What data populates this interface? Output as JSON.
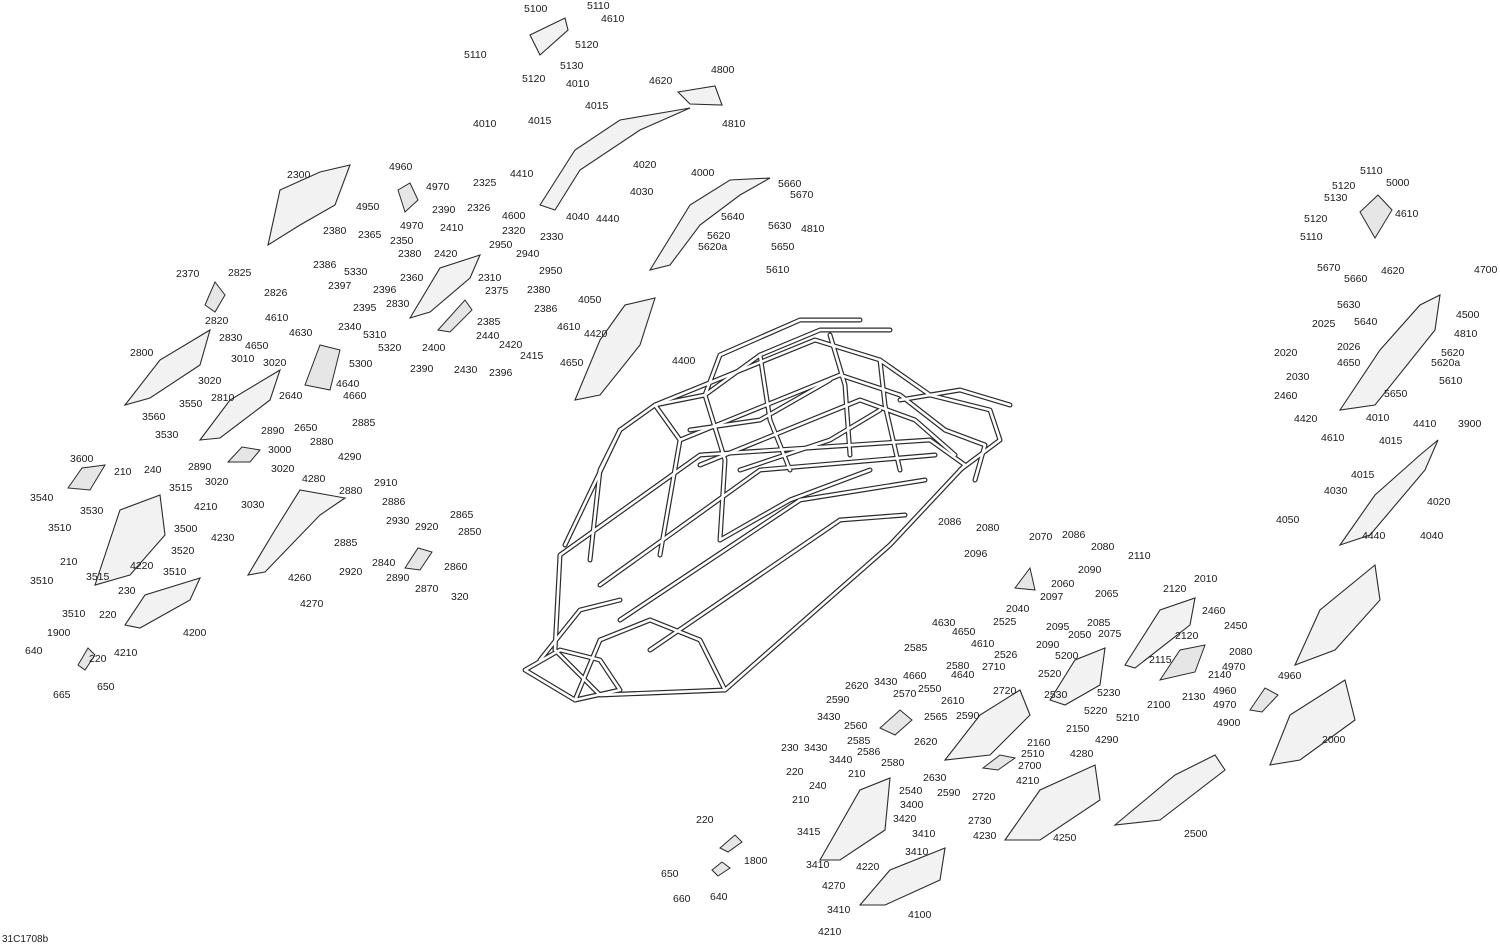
{
  "diagram": {
    "reference_code": "31C1708b",
    "callouts": [
      "5100",
      "5110",
      "4610",
      "5120",
      "5110",
      "5120",
      "5130",
      "4620",
      "4010",
      "4015",
      "4800",
      "4810",
      "4010",
      "4015",
      "4020",
      "4030",
      "4440",
      "4040",
      "4410",
      "2330",
      "4600",
      "2320",
      "2325",
      "2326",
      "4960",
      "4970",
      "4950",
      "4970",
      "2390",
      "2410",
      "2300",
      "2380",
      "2365",
      "2350",
      "2386",
      "5330",
      "2380",
      "2360",
      "2420",
      "2950",
      "2940",
      "2310",
      "2950",
      "2397",
      "2396",
      "2395",
      "2830",
      "2375",
      "2380",
      "2385",
      "2386",
      "2340",
      "5310",
      "5320",
      "2400",
      "2440",
      "2420",
      "2415",
      "2390",
      "2430",
      "4050",
      "4610",
      "4420",
      "4650",
      "2396",
      "4400",
      "4000",
      "5660",
      "5670",
      "5640",
      "5630",
      "4810",
      "5620",
      "5620a",
      "5650",
      "5610",
      "2370",
      "2825",
      "2826",
      "2820",
      "4610",
      "2830",
      "4650",
      "4630",
      "2800",
      "3010",
      "3020",
      "5300",
      "3020",
      "2810",
      "4640",
      "2640",
      "4660",
      "3560",
      "3550",
      "2650",
      "2890",
      "2885",
      "2880",
      "3530",
      "3000",
      "2890",
      "3020",
      "3600",
      "210",
      "240",
      "3020",
      "3540",
      "3515",
      "3530",
      "4210",
      "3030",
      "3510",
      "3500",
      "4230",
      "3520",
      "210",
      "4220",
      "3510",
      "3510",
      "3515",
      "230",
      "220",
      "3510",
      "4200",
      "1900",
      "4210",
      "640",
      "220",
      "650",
      "665",
      "4290",
      "4280",
      "2880",
      "2910",
      "2886",
      "2930",
      "2920",
      "2865",
      "2850",
      "2885",
      "2840",
      "2920",
      "2860",
      "2890",
      "2870",
      "4260",
      "4270",
      "320",
      "5110",
      "5120",
      "5000",
      "5130",
      "5120",
      "4610",
      "5110",
      "5670",
      "5660",
      "4620",
      "4700",
      "5630",
      "5640",
      "4500",
      "2025",
      "2026",
      "4810",
      "2020",
      "4650",
      "5620",
      "5620a",
      "2030",
      "5610",
      "2460",
      "5650",
      "4420",
      "4010",
      "4410",
      "4610",
      "4015",
      "3900",
      "4015",
      "4030",
      "4020",
      "4050",
      "4440",
      "4040",
      "2086",
      "2080",
      "2070",
      "2086",
      "2080",
      "2096",
      "2090",
      "2110",
      "2120",
      "2010",
      "2060",
      "2097",
      "2065",
      "2040",
      "2095",
      "2085",
      "2525",
      "2090",
      "2050",
      "2075",
      "2460",
      "2450",
      "4630",
      "4650",
      "2120",
      "4610",
      "2526",
      "2115",
      "2080",
      "5200",
      "2585",
      "2710",
      "2520",
      "2140",
      "2580",
      "4660",
      "4640",
      "2530",
      "5230",
      "2100",
      "2130",
      "2720",
      "5220",
      "4970",
      "2620",
      "3430",
      "2570",
      "2550",
      "5210",
      "4960",
      "4960",
      "2590",
      "2610",
      "2590",
      "4970",
      "4900",
      "3430",
      "2565",
      "2560",
      "2150",
      "2160",
      "2510",
      "2585",
      "4280",
      "4290",
      "230",
      "3430",
      "2620",
      "2586",
      "3440",
      "2700",
      "2580",
      "2000",
      "220",
      "210",
      "2630",
      "240",
      "2540",
      "2590",
      "4210",
      "2720",
      "210",
      "3400",
      "3420",
      "3415",
      "2730",
      "4230",
      "4250",
      "2500",
      "3410",
      "220",
      "3410",
      "1800",
      "3410",
      "4220",
      "650",
      "660",
      "640",
      "4270",
      "4100",
      "3410",
      "4210"
    ]
  }
}
